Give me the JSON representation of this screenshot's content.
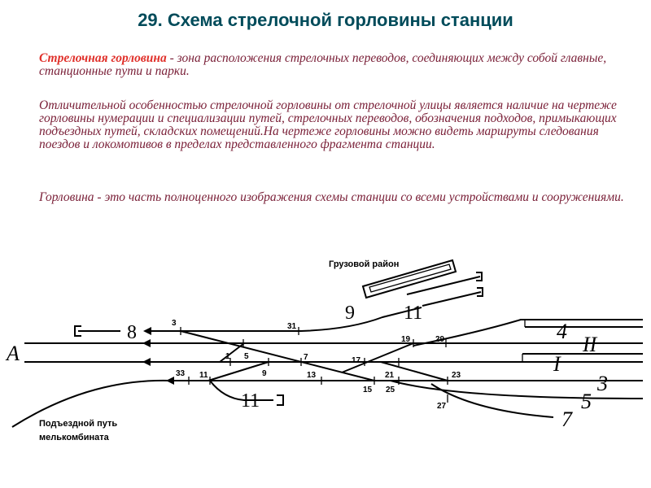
{
  "title": "29. Схема стрелочной горловины станции",
  "paragraph1": {
    "term": "Стрелочная горловина",
    "text": " - зона расположения стрелочных переводов, соединяющих между собой главные, станционные пути и парки."
  },
  "paragraph2": " Отличительной особенностью стрелочной горловины от стрелочной улицы является наличие на чертеже горловины нумерации и специализации путей, стрелочных переводов, обозначения подходов, примыкающих подъездных путей, складских помещений.На чертеже горловины можно видеть маршруты следования поездов и локомотивов в пределах представленного фрагмента станции.",
  "paragraph3": " Горловина - это часть полноценного изображения схемы станции со всеми устройствами и сооружениями.",
  "diagram": {
    "freight_area": "Грузовой район",
    "siding_line1": "Подъездной путь",
    "siding_line2": "мелькомбината",
    "approach": "A",
    "tracks": {
      "t8": "8",
      "t9": "9",
      "t11a": "11",
      "t11b": "11",
      "t4": "4",
      "tII": "II",
      "tI": "I",
      "t3": "3",
      "t5": "5",
      "t7": "7"
    },
    "switches": {
      "s3": "3",
      "s31": "31",
      "s1": "1",
      "s5": "5",
      "s7": "7",
      "s19": "19",
      "s29": "29",
      "s17": "17",
      "s33": "33",
      "s11": "11",
      "s9": "9",
      "s13": "13",
      "s21": "21",
      "s23": "23",
      "s15": "15",
      "s25": "25",
      "s27": "27"
    }
  }
}
